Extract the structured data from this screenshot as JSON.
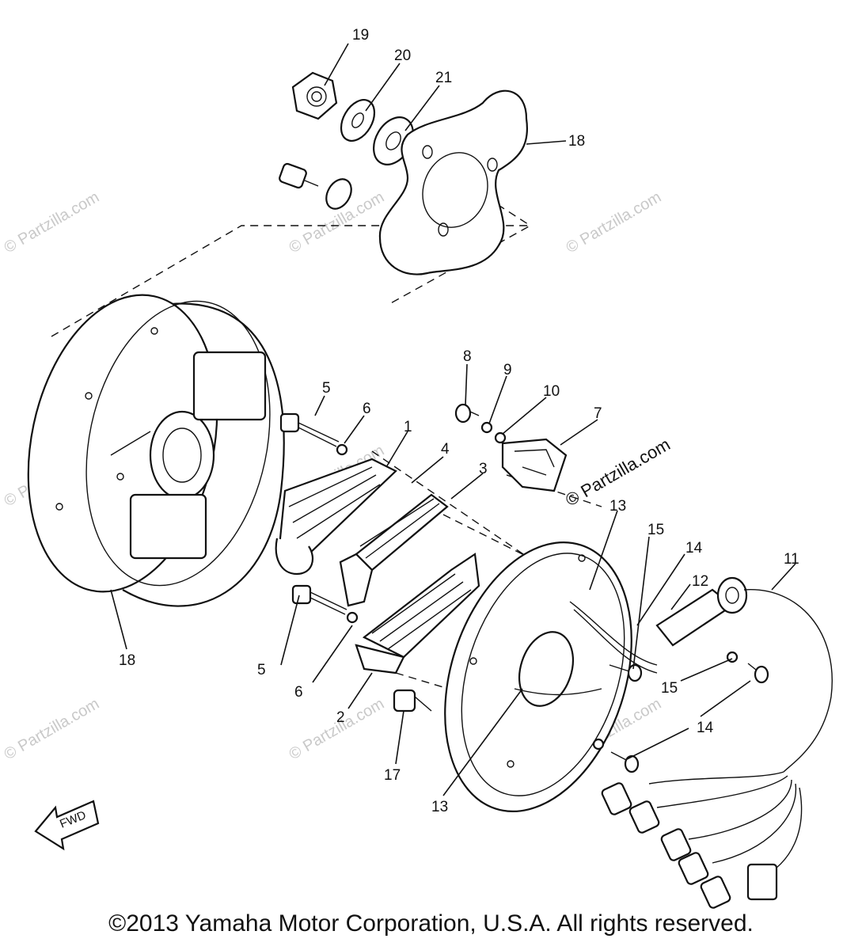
{
  "watermarks": {
    "site": "© Partzilla.com",
    "site_strong": "© Partzilla.com"
  },
  "callouts": {
    "n19": "19",
    "n20": "20",
    "n21": "21",
    "n18a": "18",
    "n18b": "18",
    "n1": "1",
    "n2": "2",
    "n3": "3",
    "n4": "4",
    "n5a": "5",
    "n5b": "5",
    "n6a": "6",
    "n6b": "6",
    "n7": "7",
    "n8": "8",
    "n9": "9",
    "n10": "10",
    "n11": "11",
    "n12": "12",
    "n13a": "13",
    "n13b": "13",
    "n14a": "14",
    "n14b": "14",
    "n15a": "15",
    "n15b": "15",
    "n17": "17"
  },
  "arrow_label": "FWD",
  "copyright": "©2013 Yamaha Motor Corporation, U.S.A. All rights reserved."
}
